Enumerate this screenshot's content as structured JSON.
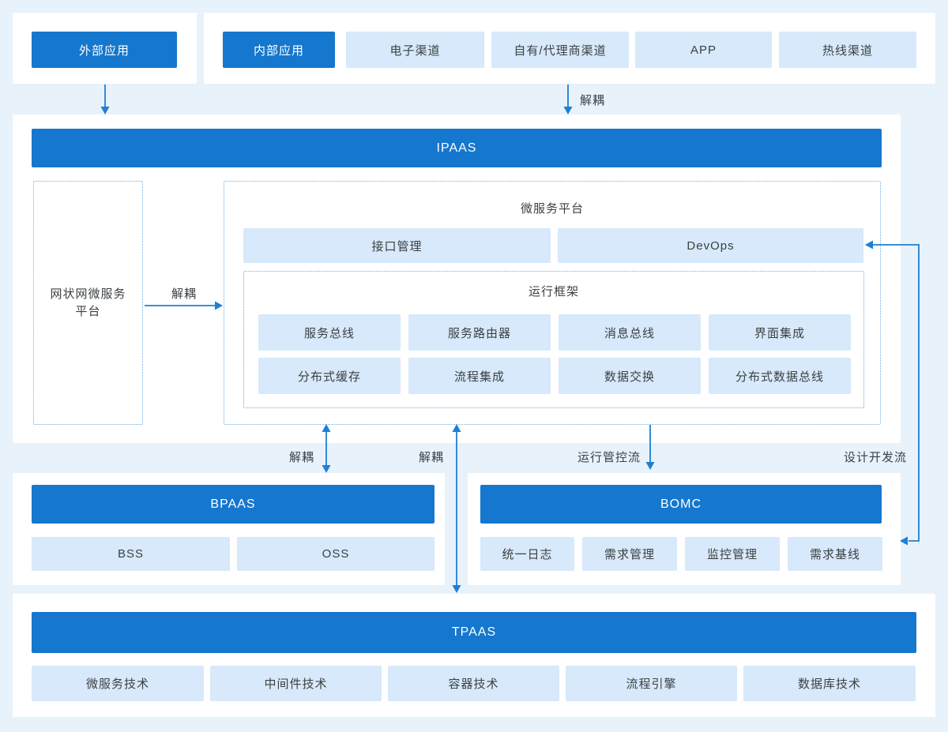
{
  "colors": {
    "accent": "#1577cd",
    "light_box": "#d7e9fa",
    "background": "#e8f2fb",
    "panel": "#ffffff",
    "arrow": "#1e7fd4",
    "dotted_border": "#6fabe0",
    "text": "#3c4043",
    "text_on_accent": "#ffffff"
  },
  "top_left_panel": {
    "items": [
      {
        "label": "外部应用",
        "variant": "primary"
      }
    ]
  },
  "top_panel": {
    "items": [
      {
        "label": "内部应用",
        "variant": "primary"
      },
      {
        "label": "电子渠道",
        "variant": "light"
      },
      {
        "label": "自有/代理商渠道",
        "variant": "light"
      },
      {
        "label": "APP",
        "variant": "light"
      },
      {
        "label": "热线渠道",
        "variant": "light"
      }
    ]
  },
  "top_arrow": {
    "decouple_label": "解耦"
  },
  "ipaas_section": {
    "banner": "IPAAS",
    "mesh_platform": {
      "label": "网状网微服务平台",
      "lines": [
        "网状网微服务",
        "平台"
      ]
    },
    "decouple_label": "解耦",
    "platform": {
      "title": "微服务平台",
      "api_box": "接口管理",
      "devops_box": "DevOps",
      "runtime": {
        "title": "运行框架",
        "row1": [
          "服务总线",
          "服务路由器",
          "消息总线",
          "界面集成"
        ],
        "row2": [
          "分布式缓存",
          "流程集成",
          "数据交换",
          "分布式数据总线"
        ]
      }
    }
  },
  "flow_band": {
    "labels": [
      "解耦",
      "解耦",
      "运行管控流",
      "设计开发流"
    ]
  },
  "bpaas_section": {
    "banner": "BPAAS",
    "items": [
      "BSS",
      "OSS"
    ]
  },
  "bomc_section": {
    "banner": "BOMC",
    "items": [
      "统一日志",
      "需求管理",
      "监控管理",
      "需求基线"
    ]
  },
  "tpaas_section": {
    "banner": "TPAAS",
    "items": [
      "微服务技术",
      "中间件技术",
      "容器技术",
      "流程引擎",
      "数据库技术"
    ]
  }
}
